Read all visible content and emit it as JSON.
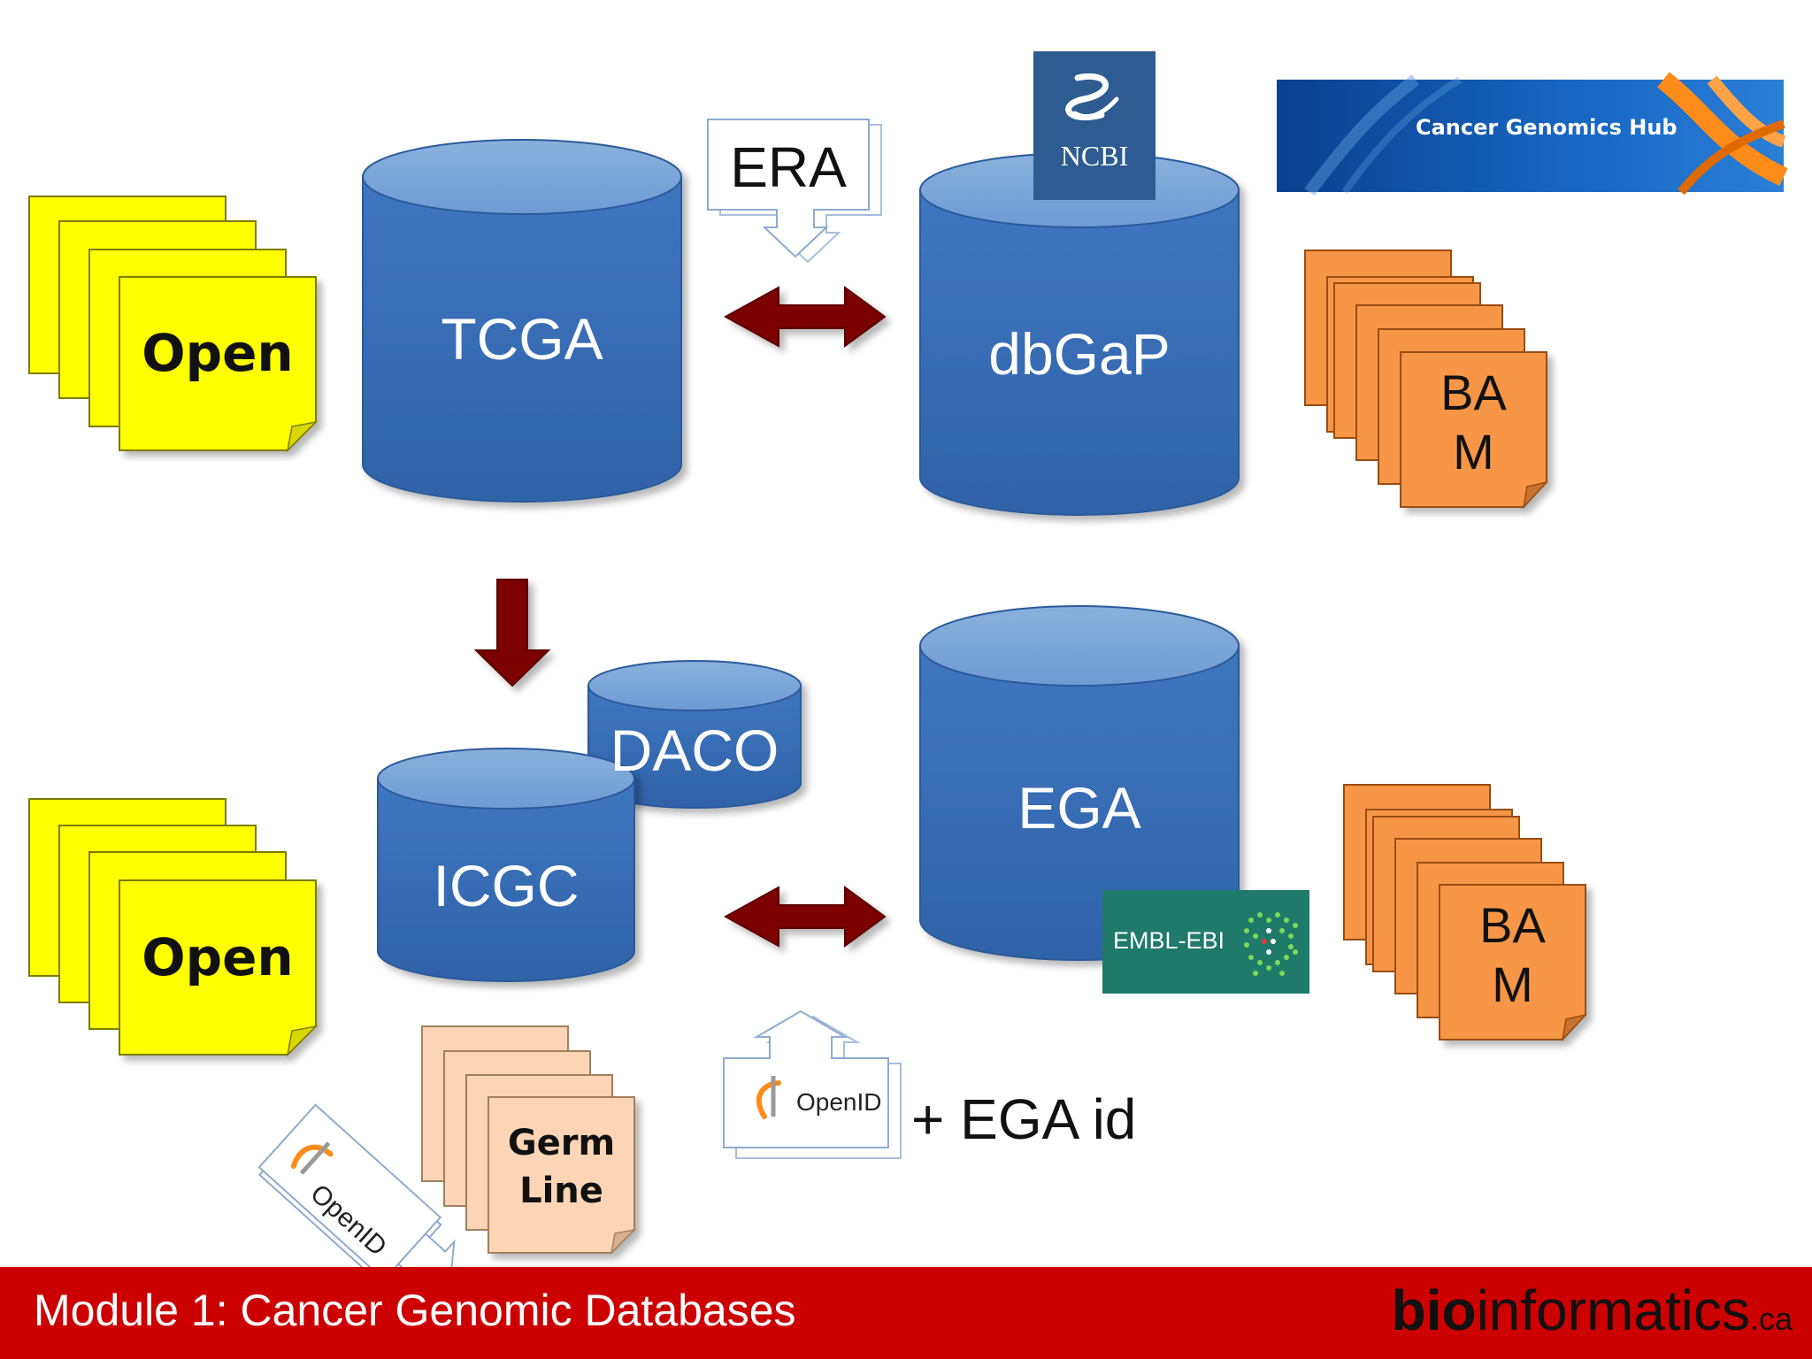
{
  "databases": {
    "tcga": "TCGA",
    "dbgap": "dbGaP",
    "icgc": "ICGC",
    "daco": "DACO",
    "ega": "EGA"
  },
  "era_label": "ERA",
  "ncbi_logo": "NCBI",
  "cghub_logo": "Cancer Genomics Hub",
  "embl_logo": "EMBL-EBI",
  "open_note_top": "Open",
  "open_note_bottom": "Open",
  "bam_top": {
    "line1": "BA",
    "line2": "M"
  },
  "bam_bottom": {
    "line1": "BA",
    "line2": "M"
  },
  "germline": {
    "line1": "Germ",
    "line2": "Line"
  },
  "openid_tilted": "OpenID",
  "openid_center": "OpenID",
  "ega_id_label": "+ EGA id",
  "footer": {
    "title": "Module 1: Cancer Genomic Databases",
    "brand_bold": "bio",
    "brand_regular": "informatics",
    "brand_suffix": ".ca"
  },
  "colors": {
    "cylinder": "#4f81bd",
    "arrow": "#7b0000",
    "open_note": "#ffff00",
    "bam_note": "#f79646",
    "germline_note": "#fbd5b5",
    "footer": "#cc0000"
  }
}
